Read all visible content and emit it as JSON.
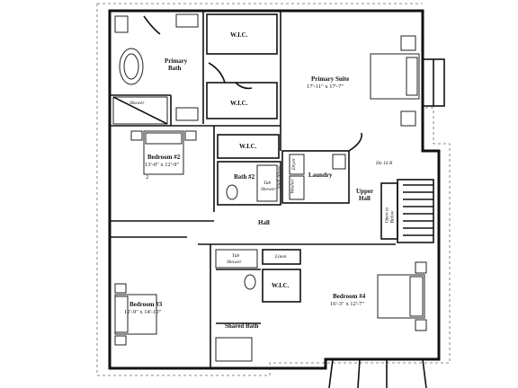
{
  "rooms": {
    "wic_top": "W.I.C.",
    "primary_bath_line1": "Primary",
    "primary_bath_line2": "Bath",
    "shower_primary": "Shower",
    "wic_mid": "W.I.C.",
    "primary_suite": "Primary Suite",
    "primary_suite_dims": "17'-11\" x 17'-7\"",
    "bedroom2": "Bedroom #2",
    "bedroom2_dims": "13'-0\" x 12'-9\"",
    "wic_bed2": "W.I.C.",
    "bath2": "Bath #2",
    "tub_shower_bath2_line1": "Tub",
    "tub_shower_bath2_line2": "Shower",
    "laundry": "Laundry",
    "washer": "Washer",
    "dryer": "Dryer",
    "shelf_above": "Shelf Above",
    "upper_hall_line1": "Upper",
    "upper_hall_line2": "Hall",
    "dn_stair": "Dn 16 R",
    "open_below_line1": "Open to",
    "open_below_line2": "Below",
    "hall": "Hall",
    "bedroom3": "Bedroom #3",
    "bedroom3_dims": "12'-9\" x 14'-10\"",
    "tub_shower_shared_line1": "Tub",
    "tub_shower_shared_line2": "Shower",
    "linen": "Linen",
    "wic_bed4": "W.I.C.",
    "bedroom4": "Bedroom #4",
    "bedroom4_dims": "16'-3\" x 12'-7\"",
    "shared_bath": "Shared Bath",
    "bed2_mark": "2"
  }
}
